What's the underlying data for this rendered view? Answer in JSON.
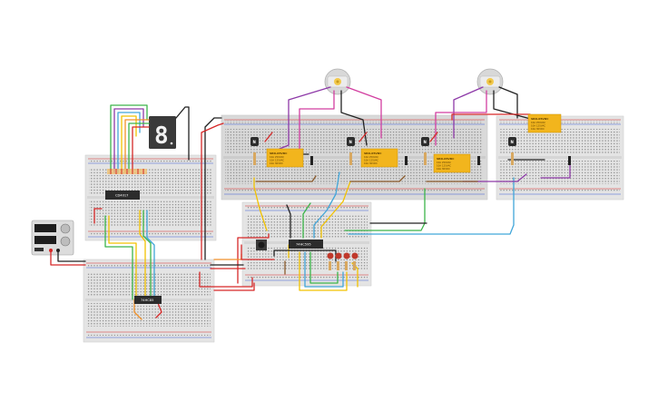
{
  "chips": {
    "counter": "CD4017",
    "decoder": "74HC85",
    "driver": "74HC595"
  },
  "display": {
    "digit": "8"
  },
  "relays": [
    {
      "title": "SRD-05VDC",
      "line1": "10A 250VAC",
      "line2": "10A 125VAC",
      "line3": "10A 30VDC"
    },
    {
      "title": "SRD-05VDC",
      "line1": "10A 250VAC",
      "line2": "10A 125VAC",
      "line3": "10A 30VDC"
    },
    {
      "title": "SRD-05VDC",
      "line1": "10A 250VAC",
      "line2": "10A 125VAC",
      "line3": "10A 30VDC"
    },
    {
      "title": "SRD-05VDC",
      "line1": "10A 250VAC",
      "line2": "10A 125VAC",
      "line3": "10A 30VDC"
    }
  ],
  "transistors": [
    "N",
    "N",
    "N",
    "N"
  ],
  "colors": {
    "breadboard": "#e6e6e6",
    "rail_red": "#d62828",
    "rail_blue": "#3a5bd6",
    "relay": "#f2b51d",
    "chip": "#2c2c2c",
    "wire_yellow": "#f2c200",
    "wire_green": "#3cb54a",
    "wire_blue": "#41a6d9",
    "wire_purple": "#8e3aa8",
    "wire_magenta": "#d23ea0",
    "wire_black": "#222222",
    "wire_red": "#d62828",
    "wire_orange": "#f0912a",
    "wire_brown": "#8a5a2b"
  }
}
